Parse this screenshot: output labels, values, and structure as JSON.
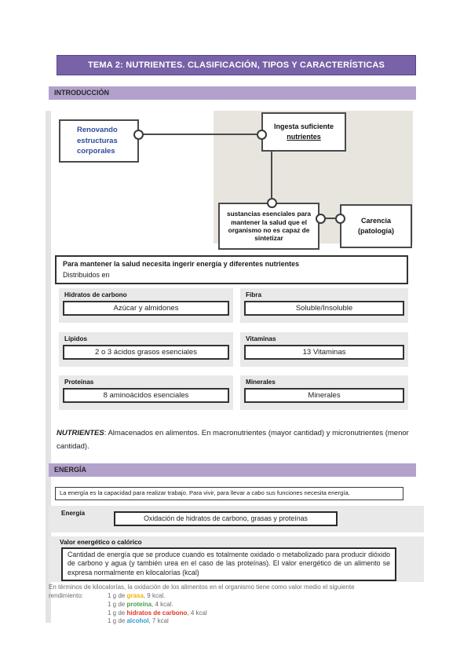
{
  "page": {
    "title": "TEMA 2: NUTRIENTES. CLASIFICACIÓN, TIPOS Y CARACTERÍSTICAS"
  },
  "sections": {
    "intro": "INTRODUCCIÓN",
    "energy": "ENERGÍA"
  },
  "colors": {
    "banner_purple": "#7862A8",
    "section_bar_purple": "#B2A2CB",
    "diagram_background": "#E8E4DE",
    "card_gray": "#E9E9E9",
    "renovando_text_blue": "#2E4A9E"
  },
  "diagram": {
    "box_renovando": "Renovando estructuras corporales",
    "box_ingesta_line1": "Ingesta suficiente",
    "box_ingesta_line2": "nutrientes",
    "box_sustancias": "sustancias esenciales para mantener la salud que el organismo no es capaz de sintetizar",
    "box_carencia": "Carencia (patología)"
  },
  "salud_box": {
    "line1": "Para mantener la salud necesita ingerir energía y diferentes nutrientes",
    "line2": "Distribuidos en"
  },
  "nutrient_cards": [
    {
      "label": "Hidratos de carbono",
      "value": "Azúcar y almidones"
    },
    {
      "label": "Fibra",
      "value": "Soluble/Insoluble"
    },
    {
      "label": "Lípidos",
      "value": "2 o 3 ácidos grasos esenciales"
    },
    {
      "label": "Vitaminas",
      "value": "13 Vitaminas"
    },
    {
      "label": "Proteínas",
      "value": "8 aminoácidos esenciales"
    },
    {
      "label": "Minerales",
      "value": "Minerales"
    }
  ],
  "nutrientes_note": {
    "lead": "NUTRIENTES",
    "rest": ": Almacenados en alimentos. En macronutrientes (mayor cantidad) y micronutrientes (menor cantidad)."
  },
  "energy": {
    "definition": "La energía es la capacidad para realizar trabajo. Para vivir, para llevar a cabo sus funciones necesita energía.",
    "label": "Energía",
    "oxidation": "Oxidación de hidratos de carbono, grasas y proteínas",
    "valor_header": "Valor energético o calórico",
    "valor_text": "Cantidad de energía que se produce cuando es totalmente oxidado o metabolizado para producir dióxido de carbono y agua (y también urea en el caso de las proteínas). El valor energético de un alimento se expresa normalmente en kilocalorías (kcal)",
    "kcal_intro": "En términos de kilocalorías, la oxidación de los alimentos en el organismo tiene como valor medio el siguiente",
    "kcal_label": "rendimiento:",
    "kcal_items": [
      {
        "prefix": "1 g de ",
        "term": "grasa",
        "term_color": "#F0B400",
        "suffix": ", 9 kcal."
      },
      {
        "prefix": "1 g de ",
        "term": "proteína",
        "term_color": "#43A047",
        "suffix": ", 4 kcal."
      },
      {
        "prefix": "1 g de ",
        "term": "hidratos de carbono",
        "term_color": "#E53222",
        "suffix": ", 4 kcal"
      },
      {
        "prefix": "1 g de ",
        "term": "alcohol",
        "term_color": "#2E9BD6",
        "suffix": ", 7 kcal"
      }
    ]
  }
}
